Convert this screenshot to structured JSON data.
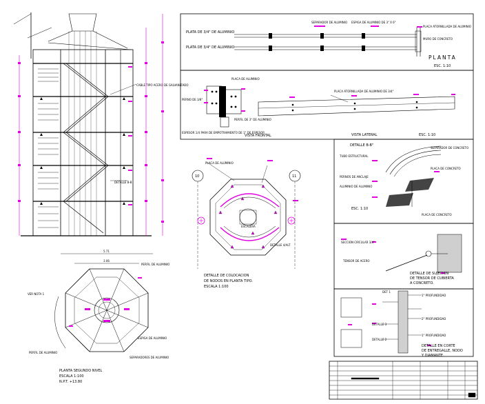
{
  "colors": {
    "ink": "#000000",
    "accent": "#e000e0",
    "paper": "#ffffff"
  },
  "planta_panel": {
    "title": "PLANTA",
    "scale": "ESC. 1:10",
    "note_left_top": "PLATA DE 3/4\" DE ALUMINIO",
    "note_left_bottom": "PLATA DE 3/4\" DE ALUMINIO",
    "note_center": "SEPARADOR DE ALUMINIO",
    "note_mid": "ESPIGA DE ALUMINIO DE 3\" X 6\"",
    "note_right": "PLACA ATORNILLADA DE ALUMINIO",
    "note_wall": "MURO DE CONCRETO"
  },
  "vista_frontal_panel": {
    "title": "VISTA FRONTAL",
    "note_top": "PLACA DE ALUMINIO",
    "note_side": "PERNO DE 3/8\"",
    "note_bottom_a": "PERFIL DE 3\" DE ALUMINIO",
    "note_bottom_b": "ESPESOR 1/4 PARA DE EMPOTRAMIENTO DE 1\" DE ESPESOR"
  },
  "vista_lateral_panel": {
    "title": "VISTA LATERAL",
    "scale": "ESC. 1:10",
    "note": "PLACA ATORNILLADA DE ALUMINIO DE 3/4\""
  },
  "detalle_bb_panel": {
    "title": "DETALLE B-B\"",
    "scale": "ESC. 1:10",
    "note_1": "TUBO ESTRUCTURAL",
    "note_2": "SEPARADOR DE CONCRETO",
    "note_3": "PERNOS DE ANCLAJE",
    "note_4": "PLACA DE CONCRETO",
    "note_5": "ALUMINIO DE ALUMINIO",
    "note_6": "PLACA DE CONCRETO"
  },
  "sujecion_panel": {
    "title_line1": "DETALLE DE SUJECION",
    "title_line2": "DE TENSOR DE CUBIERTA",
    "title_line3": "A CONCRETO.",
    "note_1": "SECCION CIRCULAR 3/4\"",
    "note_2": "TENSOR DE ACERO"
  },
  "nodos_panel": {
    "title_line1": "DETALLE EN CORTE",
    "title_line2": "DE ENTREGALLE, NODO",
    "title_line3": "Y DIAMANTE.",
    "note_1": "1\" PROFUNDIDAD",
    "note_2": "2\" PROFUNDIDAD",
    "note_3": "1\" PROFUNDIDAD",
    "note_4": "DET 1",
    "note_5": "DETALLE 3",
    "note_6": "DETALLE 2"
  },
  "colocacion_panel": {
    "title_line1": "DETALLE DE COLOCACION",
    "title_line2": "DE NODOS EN PLANTA TIPO.",
    "title_line3": "ESCALA 1:100",
    "axis_left": "10",
    "axis_right": "11",
    "note_1": "PLACA DE ALUMINIO",
    "note_2": "DETALLE 4/ALT",
    "center_label": "ESCALERA"
  },
  "segundo_nivel_panel": {
    "title_line1": "PLANTA SEGUNDO NIVEL",
    "title_line2": "ESCALA 1:100",
    "title_line3": "N.P.T. +13.80",
    "dim_top": "5.71",
    "dim_inner": "3.06",
    "note_1": "PERFIL DE ALUMINIO",
    "note_2": "ESPIGA DE ALUMINIO",
    "note_3": "VER NOTA 1",
    "note_4": "PERFIL DE ALUMINIO",
    "note_5": "SEPARADORES DE ALUMINIO"
  },
  "elevation_panel": {
    "note_1": "CABLE TIPO ACERO DE GALVANIZADO",
    "note_2": "DETALLE B-B"
  },
  "title_block": {
    "rows": 8,
    "label": ""
  }
}
